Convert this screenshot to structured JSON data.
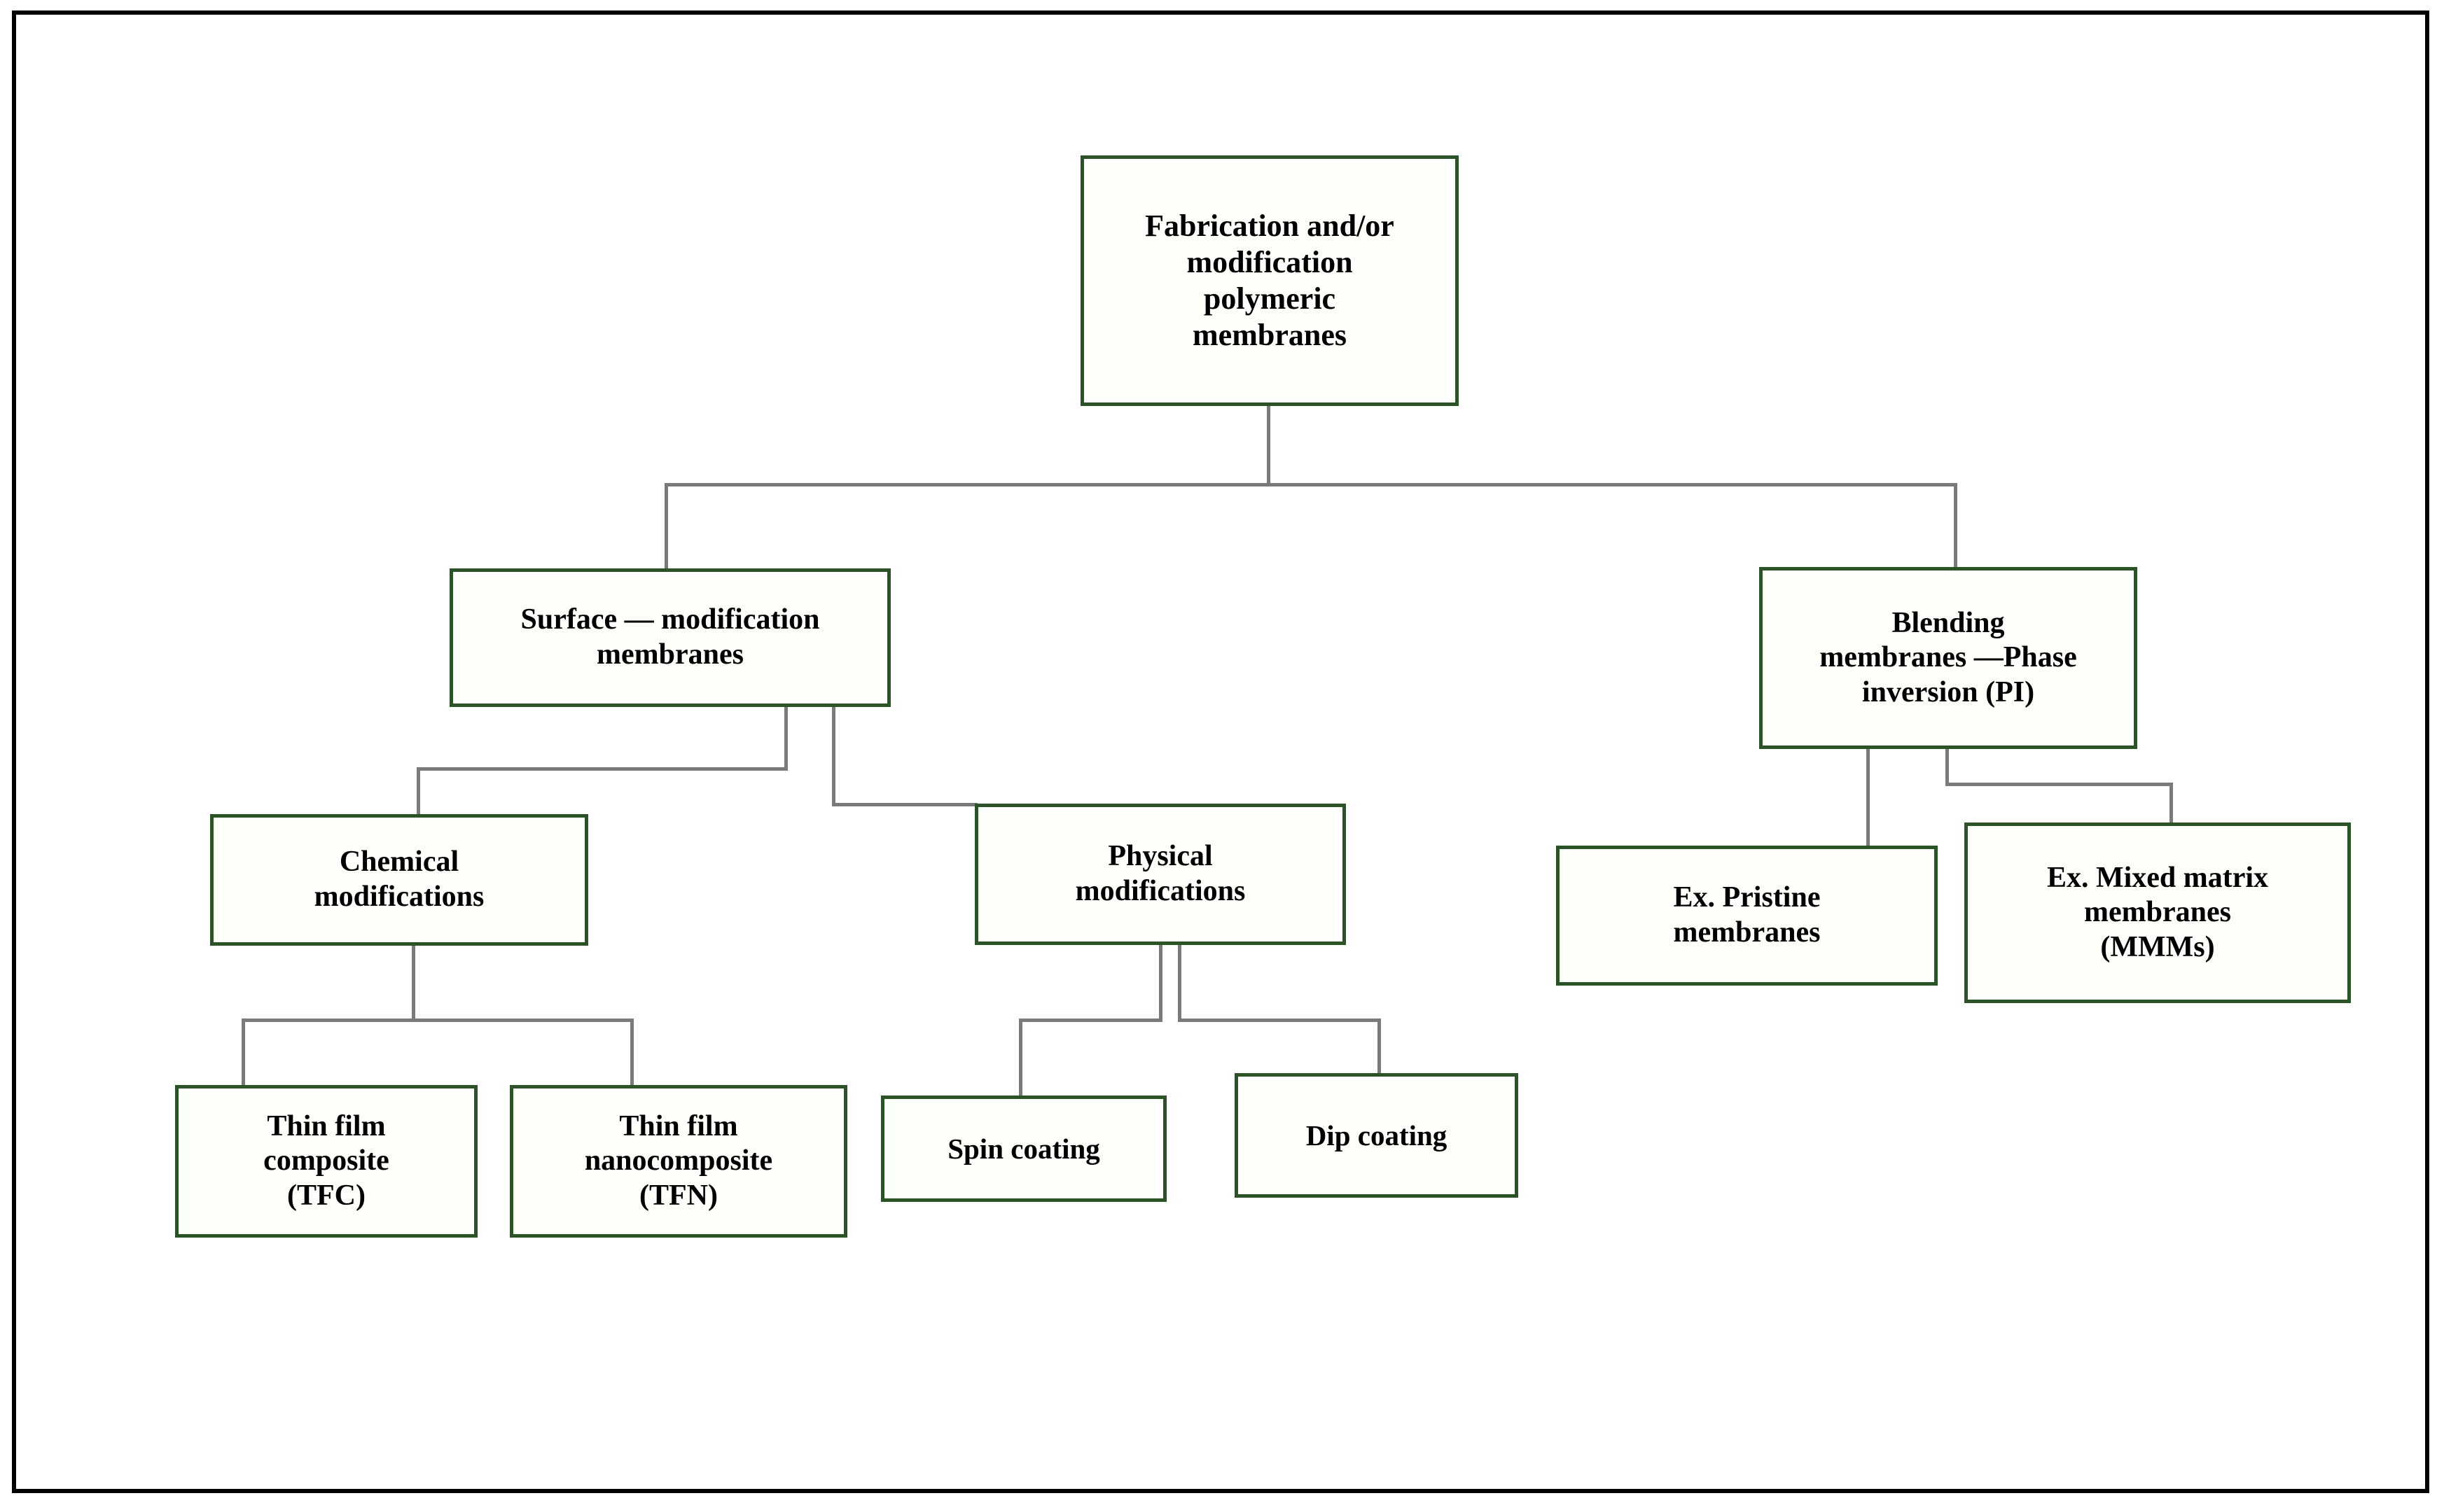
{
  "diagram": {
    "title": "Fabrication and/or modification polymeric membranes classification",
    "border_color": "#000000",
    "node_border_color": "#2c5228",
    "node_fill_color": "#fdfffb",
    "connector_color": "#7a7a7a",
    "text_color": "#000000"
  },
  "nodes": {
    "root": {
      "label": "Fabrication and/or\nmodification\npolymeric\nmembranes"
    },
    "surface": {
      "label": "Surface — modification\nmembranes"
    },
    "blending": {
      "label": "Blending\nmembranes —Phase\ninversion (PI)"
    },
    "chemical": {
      "label": "Chemical\nmodifications"
    },
    "physical": {
      "label": "Physical\nmodifications"
    },
    "pristine": {
      "label": "Ex. Pristine\nmembranes"
    },
    "mmm": {
      "label": "Ex. Mixed matrix\nmembranes\n(MMMs)"
    },
    "tfc": {
      "label": "Thin film\ncomposite\n(TFC)"
    },
    "tfn": {
      "label": "Thin film\nnanocomposite\n(TFN)"
    },
    "spin": {
      "label": "Spin coating"
    },
    "dip": {
      "label": "Dip coating"
    }
  },
  "edges": [
    {
      "from": "root",
      "to": "surface"
    },
    {
      "from": "root",
      "to": "blending"
    },
    {
      "from": "surface",
      "to": "chemical"
    },
    {
      "from": "surface",
      "to": "physical"
    },
    {
      "from": "chemical",
      "to": "tfc"
    },
    {
      "from": "chemical",
      "to": "tfn"
    },
    {
      "from": "physical",
      "to": "spin"
    },
    {
      "from": "physical",
      "to": "dip"
    },
    {
      "from": "blending",
      "to": "pristine"
    },
    {
      "from": "blending",
      "to": "mmm"
    }
  ]
}
